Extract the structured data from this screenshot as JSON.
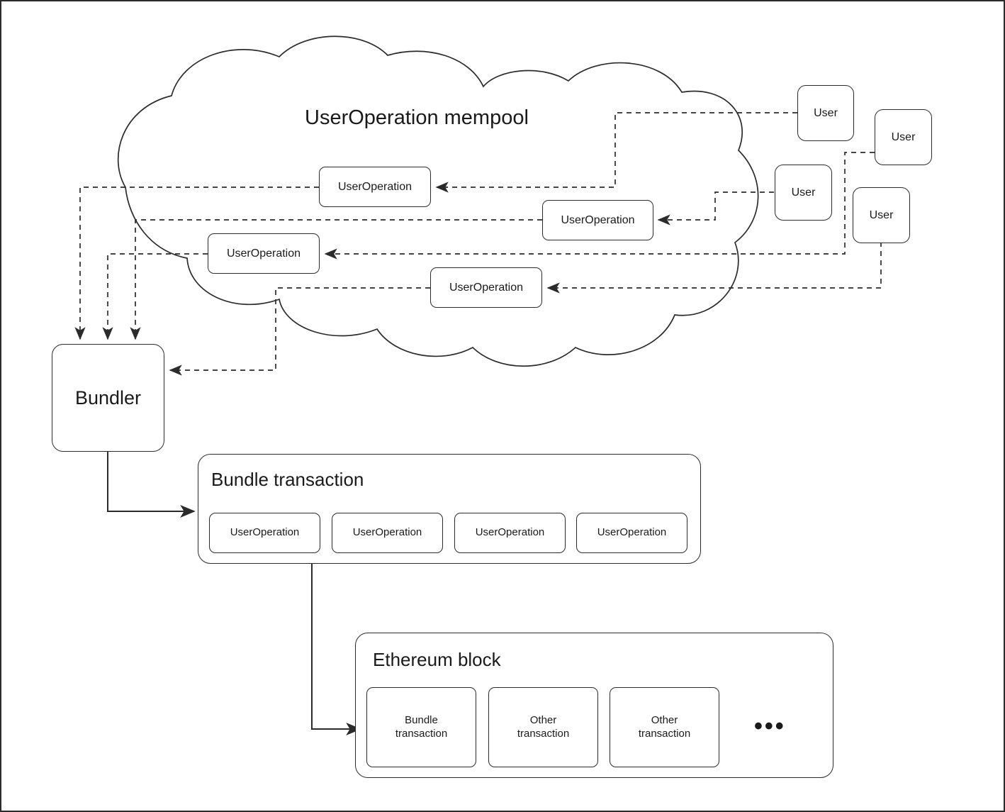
{
  "diagram": {
    "mempool": {
      "label": "UserOperation mempool",
      "operations": [
        {
          "label": "UserOperation"
        },
        {
          "label": "UserOperation"
        },
        {
          "label": "UserOperation"
        },
        {
          "label": "UserOperation"
        }
      ]
    },
    "users": [
      {
        "label": "User"
      },
      {
        "label": "User"
      },
      {
        "label": "User"
      },
      {
        "label": "User"
      }
    ],
    "bundler": {
      "label": "Bundler"
    },
    "bundle_transaction": {
      "title": "Bundle transaction",
      "operations": [
        {
          "label": "UserOperation"
        },
        {
          "label": "UserOperation"
        },
        {
          "label": "UserOperation"
        },
        {
          "label": "UserOperation"
        }
      ]
    },
    "ethereum_block": {
      "title": "Ethereum block",
      "transactions": [
        {
          "label": "Bundle\ntransaction"
        },
        {
          "label": "Other\ntransaction"
        },
        {
          "label": "Other\ntransaction"
        }
      ],
      "ellipsis": "•••"
    },
    "colors": {
      "stroke": "#2b2b2b",
      "text": "#1a1a1a",
      "background": "#ffffff"
    }
  }
}
